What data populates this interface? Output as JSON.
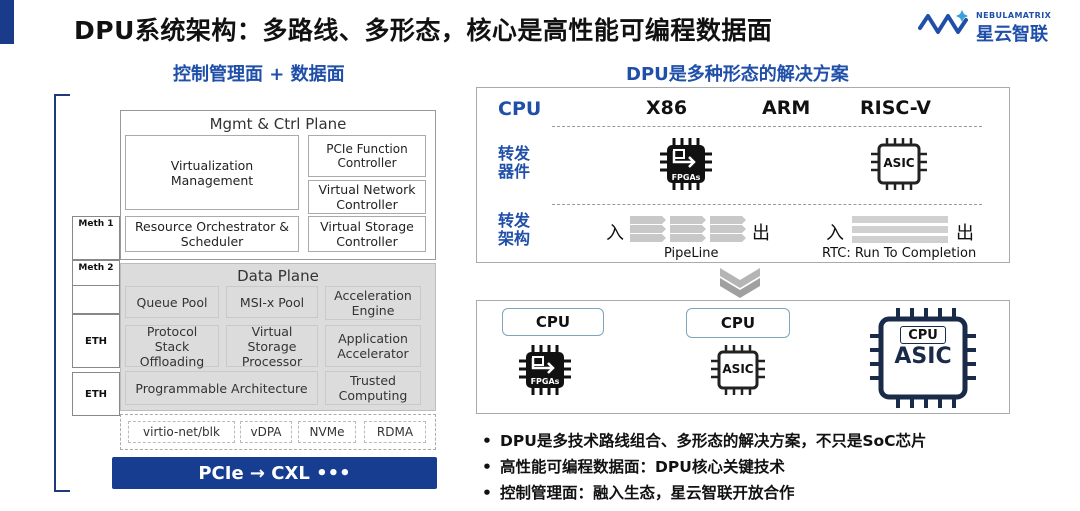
{
  "header": {
    "title": "DPU系统架构：多路线、多形态，核心是高性能可编程数据面",
    "logo_top": "NEBULAMATRIX",
    "logo_name": "星云智联"
  },
  "left": {
    "subtitle": "控制管理面 + 数据面",
    "side_labels": [
      "Meth 1",
      "Meth 2",
      "ETH",
      "ETH"
    ],
    "mgmt_plane": {
      "title": "Mgmt & Ctrl Plane",
      "virtualization": "Virtualization Management",
      "pcie_function": "PCIe Function Controller",
      "virtual_network": "Virtual Network Controller",
      "resource_orchestrator": "Resource Orchestrator & Scheduler",
      "virtual_storage": "Virtual Storage Controller"
    },
    "data_plane": {
      "title": "Data Plane",
      "queue_pool": "Queue Pool",
      "msix_pool": "MSI-x Pool",
      "acceleration_engine": "Acceleration Engine",
      "protocol_stack": "Protocol Stack Offloading",
      "virtual_storage_processor": "Virtual Storage Processor",
      "application_accelerator": "Application Accelerator",
      "programmable_architecture": "Programmable Architecture",
      "trusted_computing": "Trusted Computing"
    },
    "tags": [
      "virtio-net/blk",
      "vDPA",
      "NVMe",
      "RDMA"
    ],
    "pcie_bar": "PCIe → CXL •••"
  },
  "right": {
    "subtitle": "DPU是多种形态的解决方案",
    "row_labels": {
      "cpu": "CPU",
      "forwarding_device_1": "转发",
      "forwarding_device_2": "器件",
      "forwarding_arch_1": "转发",
      "forwarding_arch_2": "架构"
    },
    "architectures": [
      "X86",
      "ARM",
      "RISC-V"
    ],
    "chip_labels": {
      "fpga": "FPGAs",
      "asic": "ASIC"
    },
    "pipeline": {
      "in": "入",
      "out": "出",
      "label": "PipeLine"
    },
    "rtc": {
      "in": "入",
      "out": "出",
      "label": "RTC: Run To Completion"
    },
    "bottom_cpu_labels": [
      "CPU",
      "CPU",
      "CPU"
    ],
    "big_asic": "ASIC"
  },
  "bullets": [
    "DPU是多技术路线组合、多形态的解决方案，不只是SoC芯片",
    "高性能可编程数据面：DPU核心关键技术",
    "控制管理面：融入生态，星云智联开放合作"
  ],
  "bullet_symbol": "•",
  "colors": {
    "accent_blue": "#1f4fa8",
    "dark_navy": "#173d91",
    "data_plane_grey": "#dcdcdc"
  }
}
